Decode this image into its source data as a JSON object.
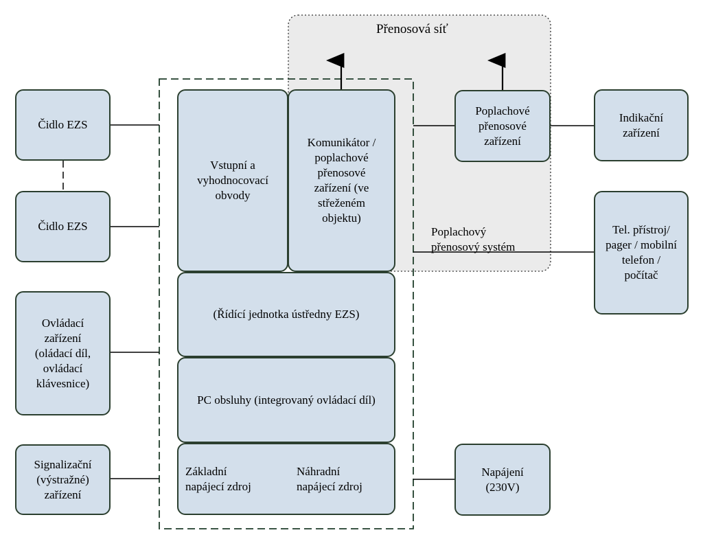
{
  "network": {
    "title": "Přenosová síť"
  },
  "left": {
    "sensor1": "Čidlo EZS",
    "sensor2": "Čidlo EZS",
    "control_device": "Ovládací\nzařízení\n(oládací díl,\novládací\nklávesnice)",
    "signaling": "Signalizační\n(výstražné)\nzařízení"
  },
  "center": {
    "input_circuits": "Vstupní a\nvyhodnocovací\nobvody",
    "communicator": "Komunikátor /\npoplachové\npřenosové\nzařízení (ve\nstřeženém\nobjektu)",
    "control_unit": "(Řídící jednotka ústředny EZS)",
    "pc": "PC obsluhy (integrovaný ovládací díl)",
    "main_power": "Základní\nnapájecí zdroj",
    "backup_power": "Náhradní\nnapájecí zdroj"
  },
  "right": {
    "alarm_transmission": "Poplachové\npřenosové\nzařízení",
    "indication": "Indikační\nzařízení",
    "phone": "Tel. přístroj/\npager / mobilní\ntelefon /\npočítač",
    "power_supply": "Napájení\n(230V)"
  },
  "system_label": "Poplachový\npřenosový systém"
}
